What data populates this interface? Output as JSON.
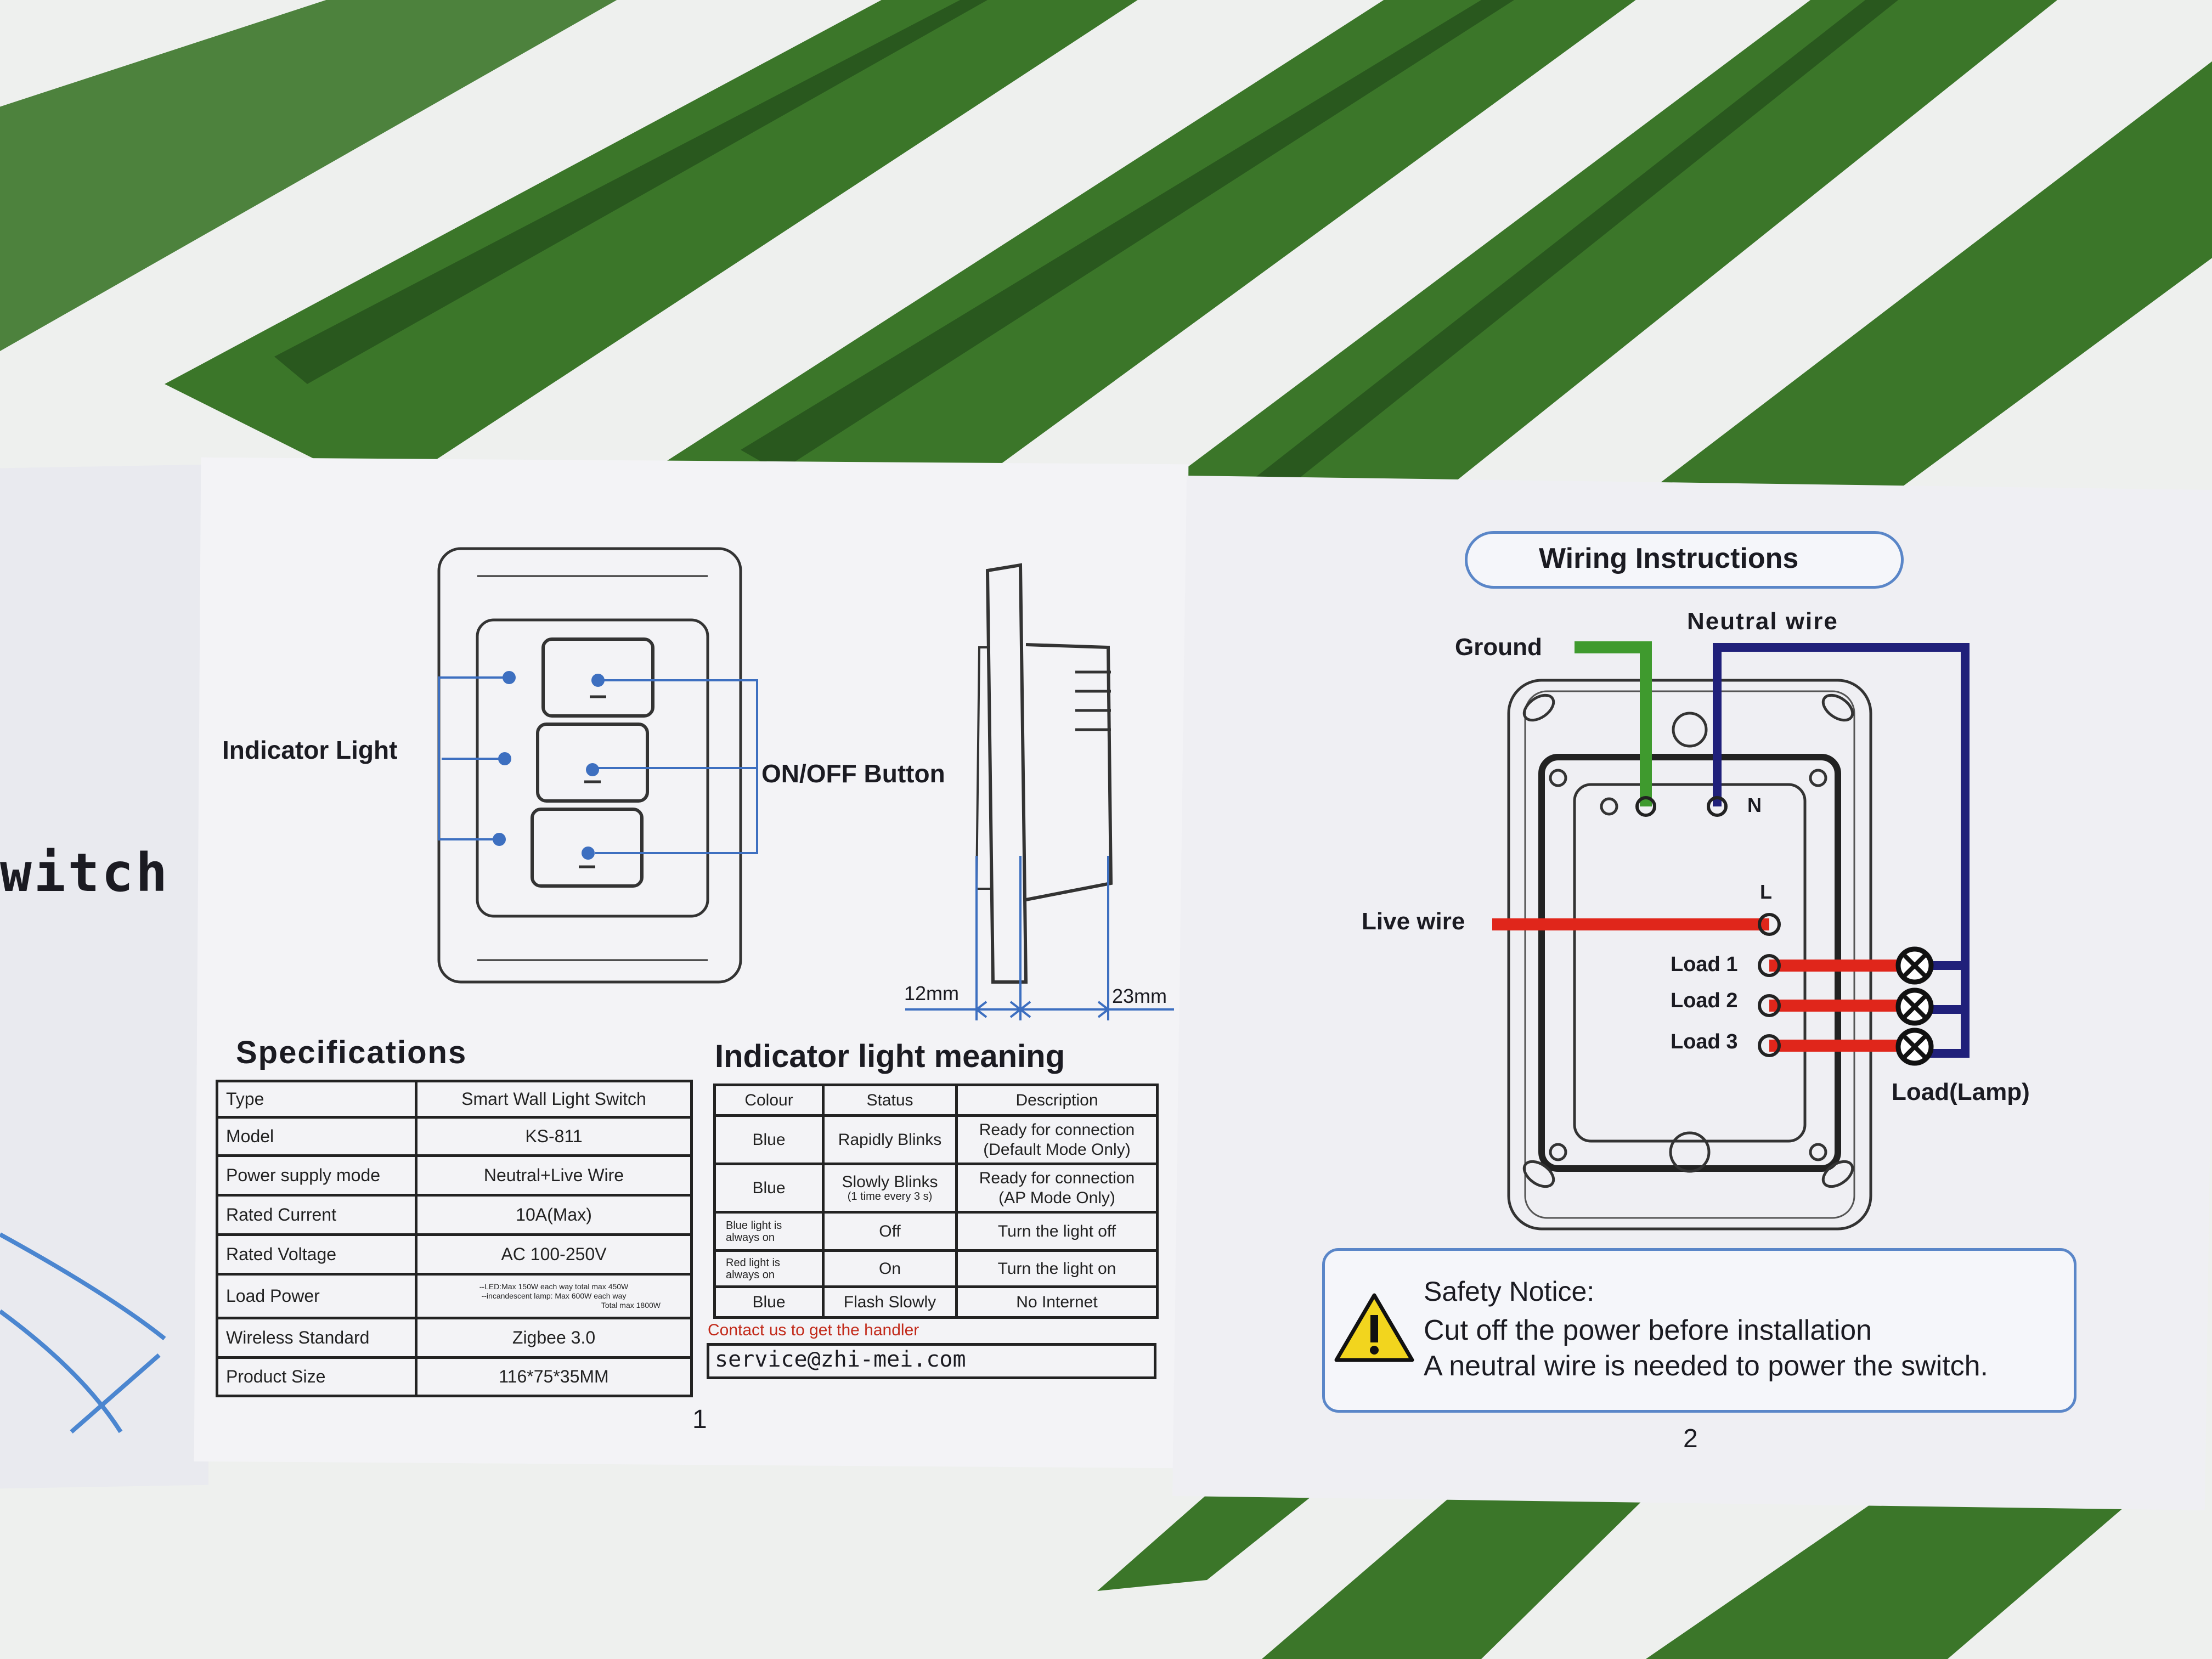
{
  "colors": {
    "leaf_green": "#3f7a2c",
    "leaf_dark": "#1f4a1a",
    "paper": "#f3f3f6",
    "diagram_blue": "#3d6fc0",
    "ground_green": "#3f9a2e",
    "neutral_navy": "#20207a",
    "live_red": "#e0261b",
    "warning_yellow": "#f2d51e"
  },
  "left_flap": {
    "title_fragment": "witch"
  },
  "page1": {
    "labels": {
      "indicator_light": "Indicator Light",
      "on_off_button": "ON/OFF Button",
      "dim_12": "12mm",
      "dim_23": "23mm"
    },
    "specifications": {
      "heading": "Specifications",
      "rows": [
        {
          "label": "Type",
          "value": "Smart Wall Light Switch"
        },
        {
          "label": "Model",
          "value": "KS-811"
        },
        {
          "label": "Power supply mode",
          "value": "Neutral+Live Wire"
        },
        {
          "label": "Rated Current",
          "value": "10A(Max)"
        },
        {
          "label": "Rated Voltage",
          "value": "AC 100-250V"
        },
        {
          "label": "Load Power",
          "value_lines": [
            "--LED:Max 150W each way   total max 450W",
            "--incandescent lamp: Max 600W each way",
            "Total max 1800W"
          ]
        },
        {
          "label": "Wireless Standard",
          "value": "Zigbee 3.0"
        },
        {
          "label": "Product Size",
          "value": "116*75*35MM"
        }
      ]
    },
    "indicator_meaning": {
      "heading": "Indicator light meaning",
      "columns": [
        "Colour",
        "Status",
        "Description"
      ],
      "rows": [
        {
          "colour": "Blue",
          "status": "Rapidly Blinks",
          "status_sub": "",
          "desc1": "Ready for connection",
          "desc2": "(Default Mode Only)"
        },
        {
          "colour": "Blue",
          "status": "Slowly Blinks",
          "status_sub": "(1 time every 3 s)",
          "desc1": "Ready for connection",
          "desc2": "(AP Mode Only)"
        },
        {
          "colour": "Blue light is always on",
          "status": "Off",
          "status_sub": "",
          "desc1": "Turn the light off",
          "desc2": ""
        },
        {
          "colour": "Red light is always on",
          "status": "On",
          "status_sub": "",
          "desc1": "Turn the light on",
          "desc2": ""
        },
        {
          "colour": "Blue",
          "status": "Flash Slowly",
          "status_sub": "",
          "desc1": "No Internet",
          "desc2": ""
        }
      ],
      "contact_note": "Contact us to get the handler",
      "email": "service@zhi-mei.com"
    },
    "page_number": "1"
  },
  "page2": {
    "title": "Wiring Instructions",
    "labels": {
      "ground": "Ground",
      "neutral": "Neutral wire",
      "live": "Live wire",
      "terminal_n": "N",
      "terminal_l": "L",
      "load1": "Load 1",
      "load2": "Load 2",
      "load3": "Load 3",
      "load_lamp": "Load(Lamp)"
    },
    "safety": {
      "title": "Safety Notice:",
      "line1": "Cut off the power before installation",
      "line2": "A neutral wire is needed to power the switch."
    },
    "page_number": "2"
  }
}
